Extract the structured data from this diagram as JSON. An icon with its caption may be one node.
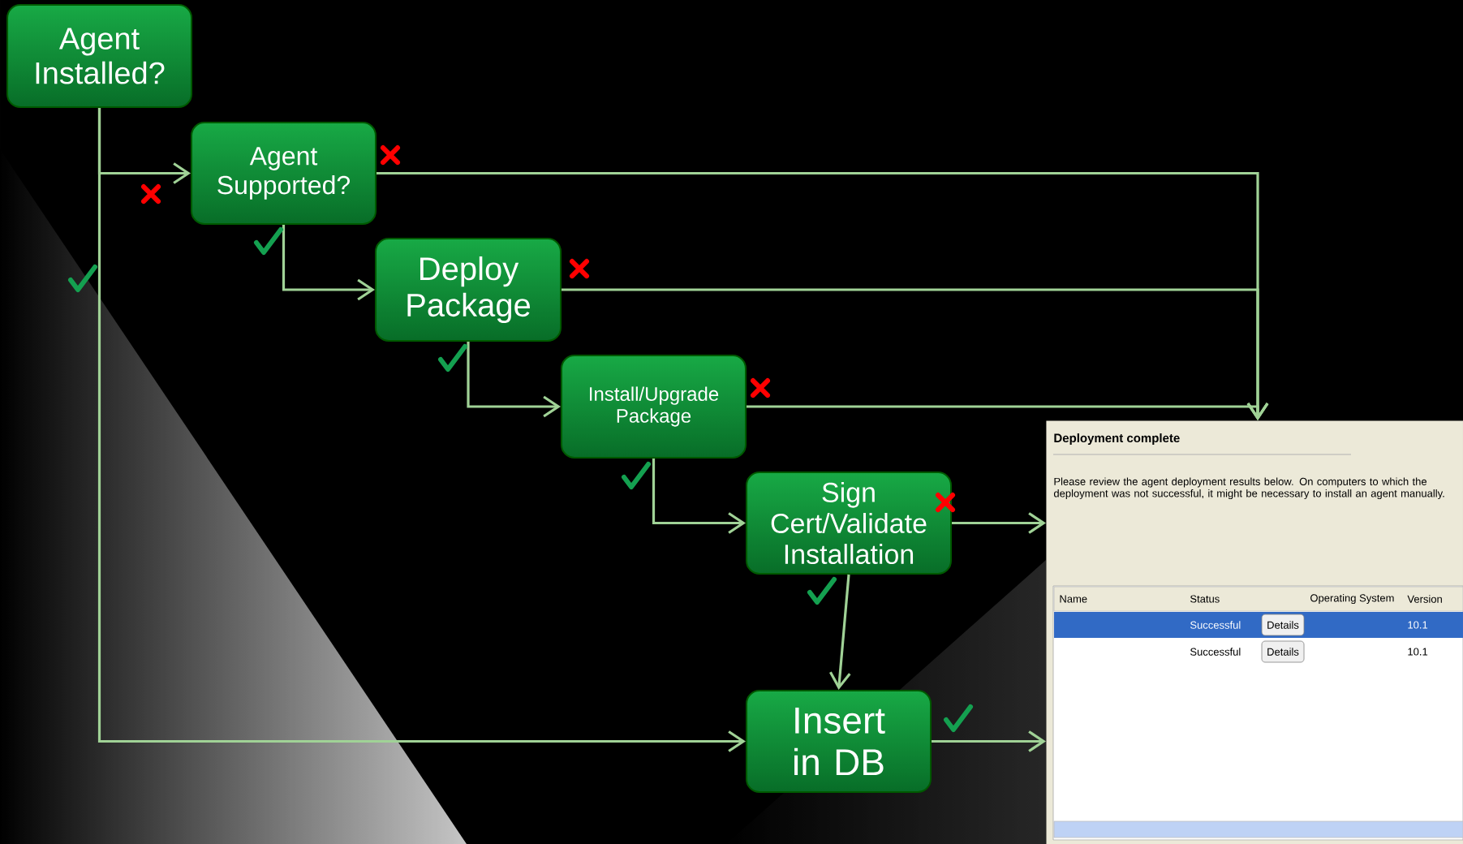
{
  "diagram": {
    "nodes": [
      {
        "text": [
          "Agent Installed?"
        ]
      },
      {
        "text": [
          "Agent Supported?"
        ]
      },
      {
        "text": [
          "Deploy Package"
        ]
      },
      {
        "text": [
          "Install/Upgrade Package"
        ]
      },
      {
        "text": [
          "Sign Cert/Validate Installation"
        ]
      },
      {
        "text": [
          "Insert in DB"
        ]
      },
      {
        "text": [
          "Deployment complete",
          "Please review the agent deployment results below. On computers to which the deployment was not successful, it might be necessary to install an agent manually."
        ]
      }
    ],
    "edges": [
      {
        "from": 0,
        "to": 1,
        "arrow": "to"
      },
      {
        "from": 0,
        "to": 5,
        "arrow": "to"
      },
      {
        "from": 1,
        "to": 2,
        "arrow": "to"
      },
      {
        "from": 2,
        "to": 3,
        "arrow": "to"
      },
      {
        "from": 3,
        "to": 4,
        "arrow": "to"
      },
      {
        "from": 4,
        "to": 5,
        "arrow": "to"
      },
      {
        "from": 1,
        "to": 6,
        "arrow": "to"
      },
      {
        "from": 2,
        "to": 6,
        "arrow": "to"
      },
      {
        "from": 3,
        "to": 6,
        "arrow": "to"
      },
      {
        "from": 4,
        "to": 6,
        "arrow": "to"
      },
      {
        "from": 5,
        "to": 6,
        "arrow": "to"
      }
    ],
    "labels": [
      "Name",
      "Status",
      "Operating System",
      "Version",
      "Successful",
      "Details",
      "10.1",
      "Successful",
      "Details",
      "10.1"
    ]
  }
}
